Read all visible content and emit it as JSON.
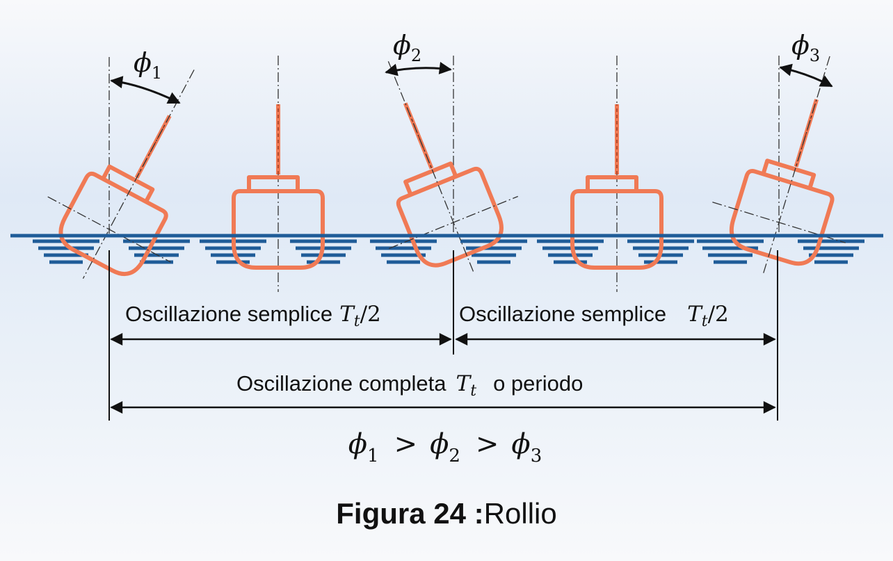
{
  "labels": {
    "half1": "Oscillazione semplice",
    "half1_T": "T",
    "half1_sub": "t",
    "half1_div": "/2",
    "half2": "Oscillazione semplice",
    "half2_T": "T",
    "half2_sub": "t",
    "half2_div": "/2",
    "full": "Oscillazione completa",
    "full_T": "T",
    "full_sub": "t",
    "full_suffix": "o  periodo"
  },
  "angles": [
    {
      "symbol": "ϕ",
      "index": "1"
    },
    {
      "symbol": "ϕ",
      "index": "2"
    },
    {
      "symbol": "ϕ",
      "index": "3"
    }
  ],
  "relation": {
    "sym1": "ϕ",
    "sub1": "1",
    "op1": ">",
    "sym2": "ϕ",
    "sub2": "2",
    "op2": ">",
    "sym3": "ϕ",
    "sub3": "3"
  },
  "caption": {
    "bold": "Figura 24 :",
    "text": "Rollio"
  },
  "colors": {
    "hull": "#f07a55",
    "water": "#1f5c98",
    "ink": "#111111",
    "sky_top": "#f7f8fb",
    "sky_mid": "#dde8f5"
  }
}
